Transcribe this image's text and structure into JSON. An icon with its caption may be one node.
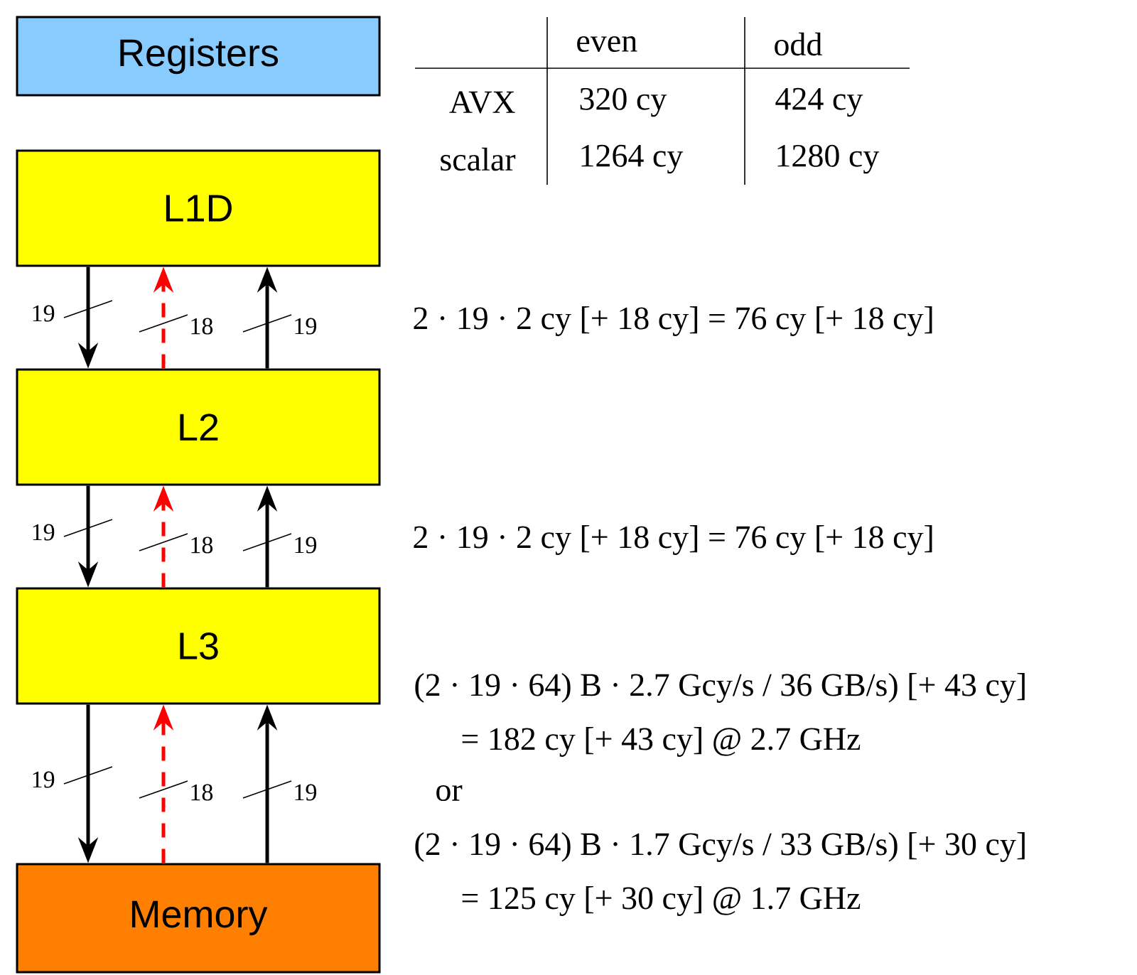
{
  "diagram": {
    "nodes": [
      {
        "text": [
          "Registers"
        ]
      },
      {
        "text": [
          "L1D"
        ]
      },
      {
        "text": [
          "L2"
        ]
      },
      {
        "text": [
          "L3"
        ]
      },
      {
        "text": [
          "Memory"
        ]
      }
    ],
    "edges": [
      {
        "from": 1,
        "to": 2,
        "arrow": "to",
        "label": "19"
      },
      {
        "from": 2,
        "to": 1,
        "arrow": "to",
        "label": "18",
        "style": "dashed",
        "color": "#ff0000"
      },
      {
        "from": 2,
        "to": 1,
        "arrow": "to",
        "label": "19"
      },
      {
        "from": 2,
        "to": 3,
        "arrow": "to",
        "label": "19"
      },
      {
        "from": 3,
        "to": 2,
        "arrow": "to",
        "label": "18",
        "style": "dashed",
        "color": "#ff0000"
      },
      {
        "from": 3,
        "to": 2,
        "arrow": "to",
        "label": "19"
      },
      {
        "from": 3,
        "to": 4,
        "arrow": "to",
        "label": "19"
      },
      {
        "from": 4,
        "to": 3,
        "arrow": "to",
        "label": "18",
        "style": "dashed",
        "color": "#ff0000"
      },
      {
        "from": 4,
        "to": 3,
        "arrow": "to",
        "label": "19"
      }
    ],
    "labels": [
      "even",
      "odd",
      "AVX",
      "320 cy",
      "424 cy",
      "scalar",
      "1264 cy",
      "1280 cy",
      "2 · 19 · 2 cy [+ 18 cy] = 76 cy [+ 18 cy]",
      "2 · 19 · 2 cy [+ 18 cy] = 76 cy [+ 18 cy]",
      "(2 · 19 · 64) B · 2.7 Gcy/s / 36 GB/s) [+ 43 cy]",
      "= 182 cy [+ 43 cy] @ 2.7 GHz",
      "or",
      "(2 · 19 · 64) B · 1.7 Gcy/s / 33 GB/s) [+ 30 cy]",
      "= 125 cy [+ 30 cy] @ 1.7 GHz"
    ]
  }
}
